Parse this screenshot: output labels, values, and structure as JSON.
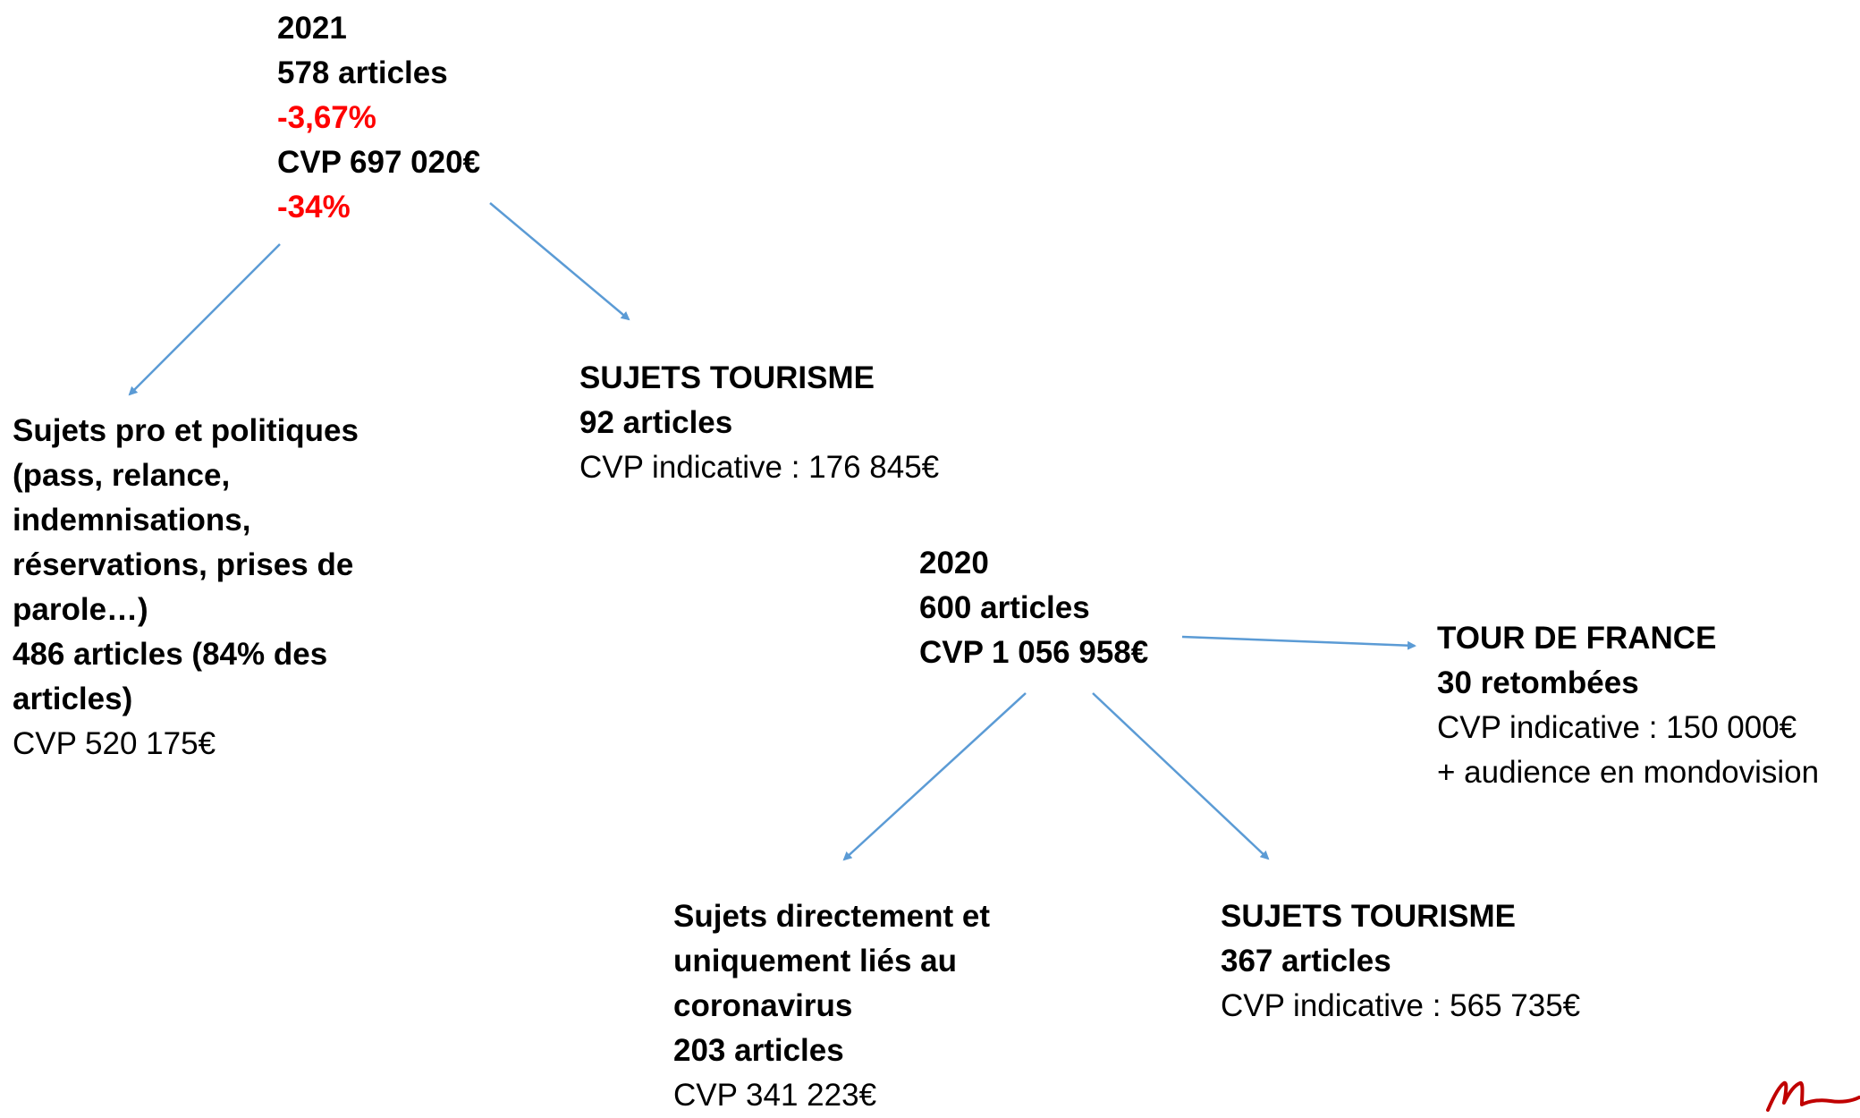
{
  "nodes": {
    "y2021": {
      "year": "2021",
      "articles": "578 articles",
      "articles_change": "-3,67%",
      "cvp": "CVP 697 020€",
      "cvp_change": "-34%"
    },
    "pro_politique": {
      "line1": "Sujets pro et politiques",
      "line2": "(pass, relance,",
      "line3": "indemnisations,",
      "line4": "réservations, prises de",
      "line5": "parole…)",
      "line6": "486 articles (84% des",
      "line7": "articles)",
      "cvp": "CVP 520 175€"
    },
    "tourisme_2021": {
      "title": "SUJETS TOURISME",
      "articles": "92 articles",
      "cvp": "CVP indicative : 176 845€"
    },
    "y2020": {
      "year": "2020",
      "articles": "600 articles",
      "cvp": "CVP 1 056 958€"
    },
    "tour_de_france": {
      "title": "TOUR DE FRANCE",
      "retombees": "30 retombées",
      "cvp": "CVP indicative :  150 000€",
      "audience": "+ audience en mondovision"
    },
    "coronavirus": {
      "line1": "Sujets directement et",
      "line2": "uniquement liés au",
      "line3": "coronavirus",
      "articles": "203 articles",
      "cvp": "CVP 341 223€"
    },
    "tourisme_2020": {
      "title": "SUJETS TOURISME",
      "articles": "367 articles",
      "cvp": "CVP indicative : 565 735€"
    }
  },
  "colors": {
    "text": "#000000",
    "negative": "#ff0000",
    "arrow": "#5b9bd5",
    "logo": "#c00000"
  },
  "icons": {
    "logo": "brand-signature-logo"
  }
}
